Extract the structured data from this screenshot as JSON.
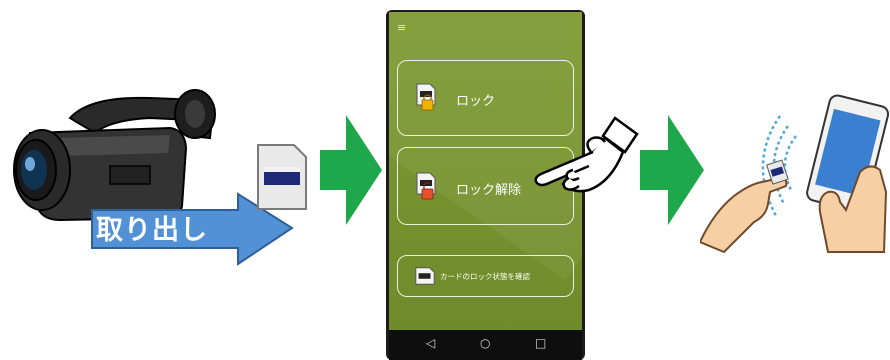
{
  "take_out_label": "取り出し",
  "phone": {
    "menu_icon": "hamburger-icon",
    "buttons": {
      "lock": "ロック",
      "unlock": "ロック解除",
      "check_status": "カードのロック状態を確認"
    },
    "nav": {
      "back": "◁",
      "home": "○",
      "recent": "□"
    }
  },
  "colors": {
    "screen_green": "#7a9630",
    "arrow_green": "#1fa84b",
    "arrow_blue": "#4f8fd6"
  }
}
